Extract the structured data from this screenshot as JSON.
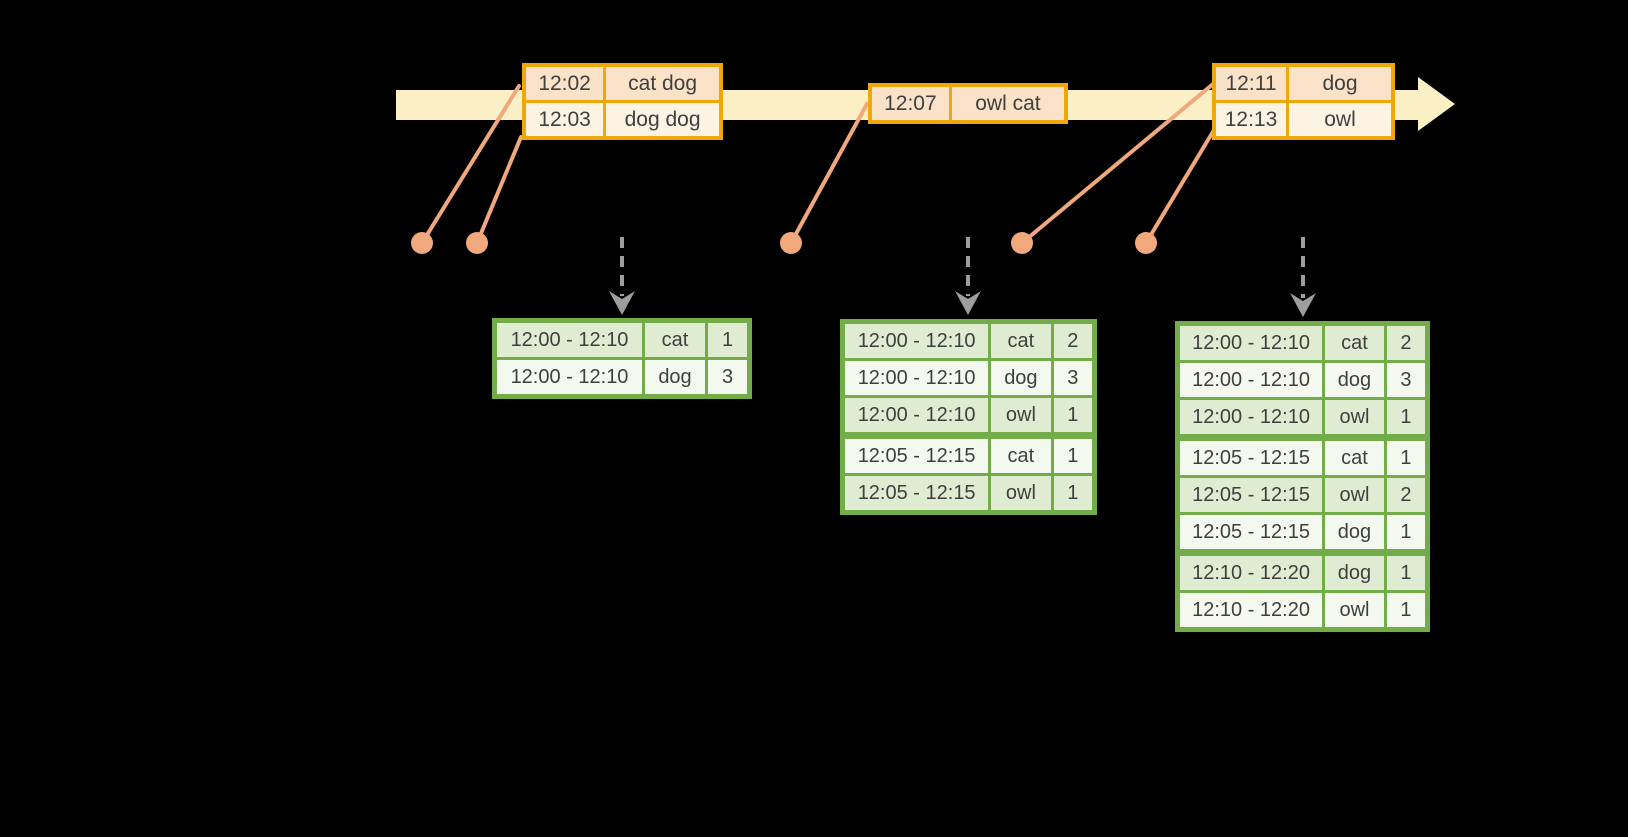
{
  "event_tables": [
    {
      "rows": [
        {
          "time": "12:02",
          "words": "cat dog"
        },
        {
          "time": "12:03",
          "words": "dog dog"
        }
      ]
    },
    {
      "rows": [
        {
          "time": "12:07",
          "words": "owl cat"
        }
      ]
    },
    {
      "rows": [
        {
          "time": "12:11",
          "words": "dog"
        },
        {
          "time": "12:13",
          "words": "owl"
        }
      ]
    }
  ],
  "result_tables": [
    {
      "rows": [
        {
          "window": "12:00 - 12:10",
          "word": "cat",
          "count": "1"
        },
        {
          "window": "12:00 - 12:10",
          "word": "dog",
          "count": "3"
        }
      ]
    },
    {
      "rows": [
        {
          "window": "12:00 - 12:10",
          "word": "cat",
          "count": "2"
        },
        {
          "window": "12:00 - 12:10",
          "word": "dog",
          "count": "3"
        },
        {
          "window": "12:00 - 12:10",
          "word": "owl",
          "count": "1"
        },
        {
          "window": "12:05 - 12:15",
          "word": "cat",
          "count": "1"
        },
        {
          "window": "12:05 - 12:15",
          "word": "owl",
          "count": "1"
        }
      ]
    },
    {
      "rows": [
        {
          "window": "12:00 - 12:10",
          "word": "cat",
          "count": "2"
        },
        {
          "window": "12:00 - 12:10",
          "word": "dog",
          "count": "3"
        },
        {
          "window": "12:00 - 12:10",
          "word": "owl",
          "count": "1"
        },
        {
          "window": "12:05 - 12:15",
          "word": "cat",
          "count": "1"
        },
        {
          "window": "12:05 - 12:15",
          "word": "owl",
          "count": "2"
        },
        {
          "window": "12:05 - 12:15",
          "word": "dog",
          "count": "1"
        },
        {
          "window": "12:10 - 12:20",
          "word": "dog",
          "count": "1"
        },
        {
          "window": "12:10 - 12:20",
          "word": "owl",
          "count": "1"
        }
      ]
    }
  ],
  "colors": {
    "background": "#000000",
    "timeline_fill": "#fbefc6",
    "event_table_border": "#efa70a",
    "event_row_dark": "#fae2c8",
    "event_row_light": "#fdf3e3",
    "dot_and_line": "#f0a87c",
    "result_table_border": "#72ad49",
    "result_row_dark": "#dfecd2",
    "result_row_light": "#f4f9f0",
    "trigger_arrow_gray": "#9e9e9e",
    "text": "#3f3f3f"
  }
}
